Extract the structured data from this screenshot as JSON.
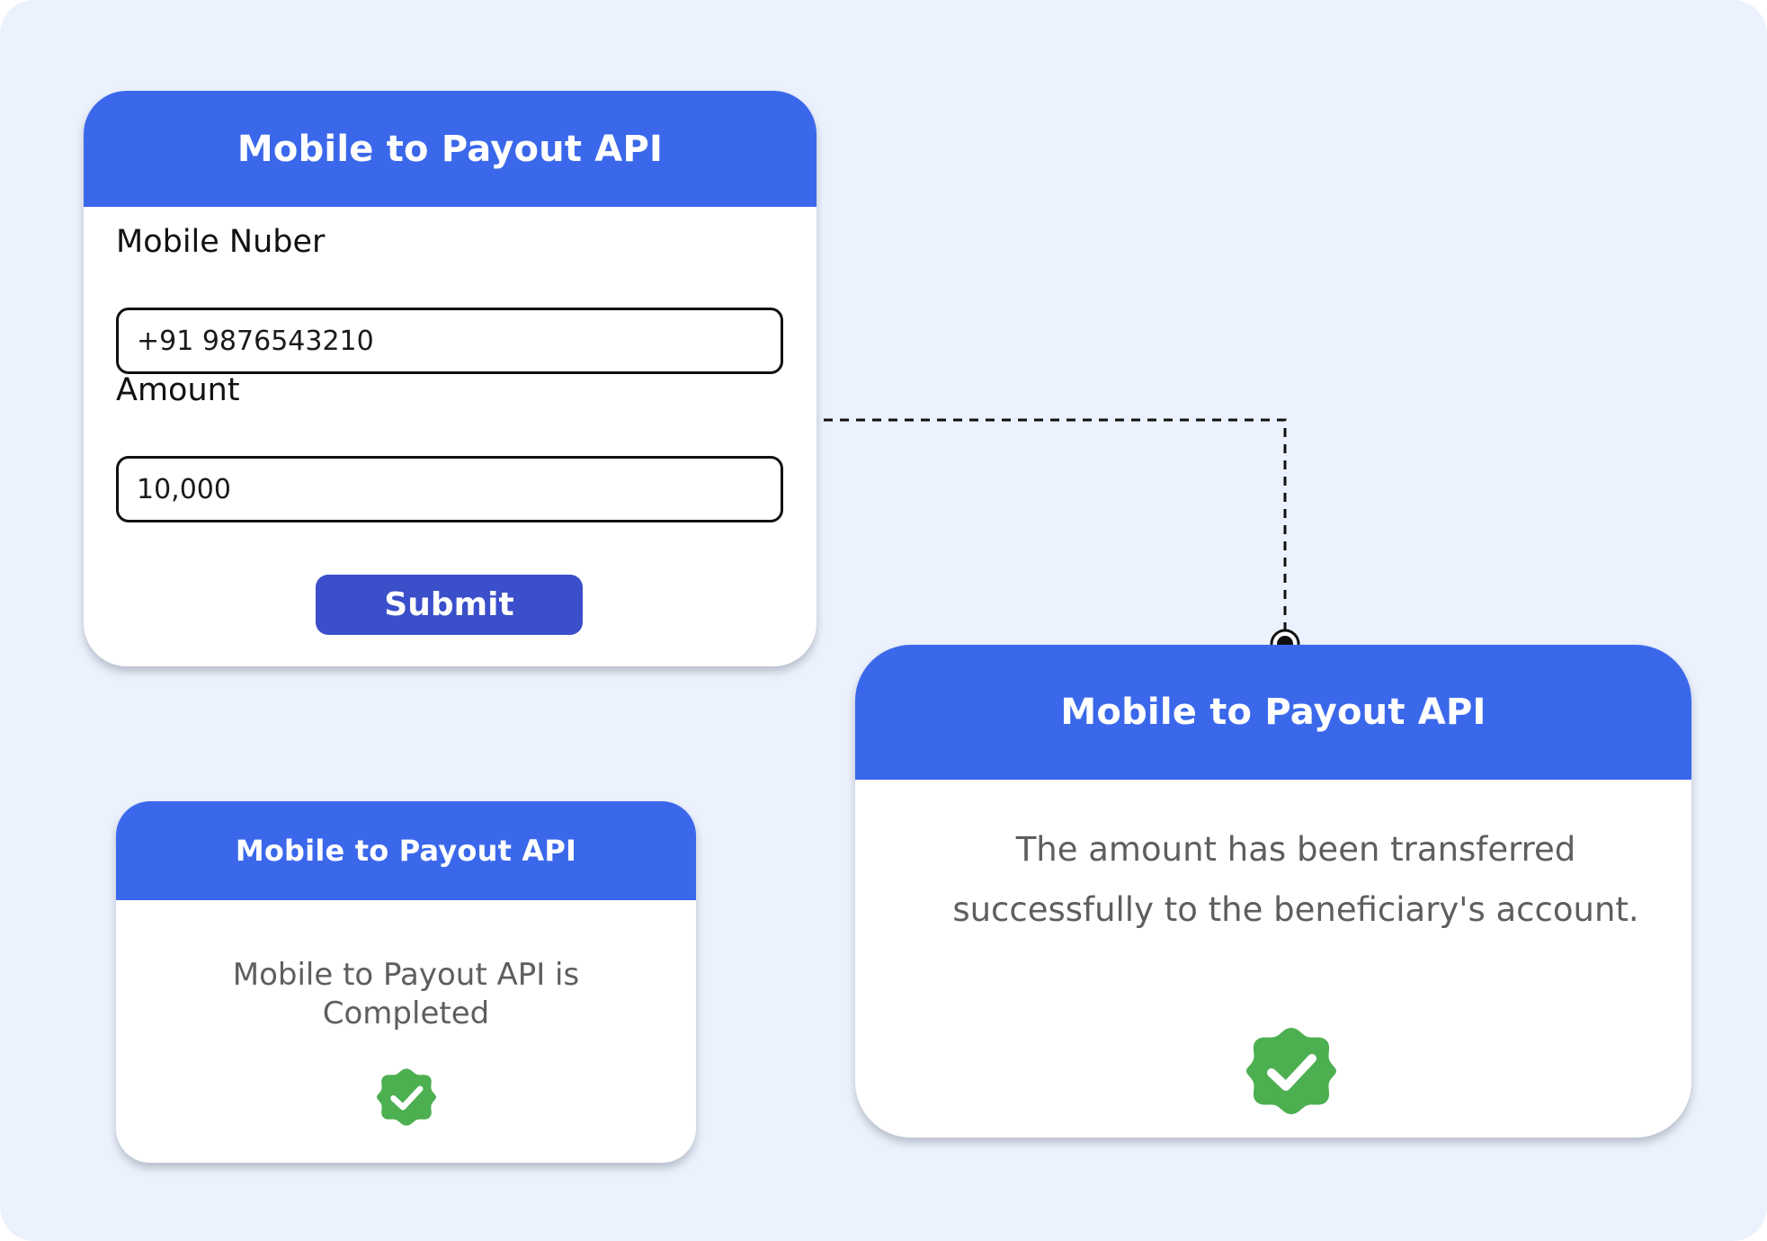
{
  "form_card": {
    "title": "Mobile to Payout API",
    "mobile_label": "Mobile Nuber",
    "mobile_value": "+91 9876543210",
    "amount_label": "Amount",
    "amount_value": "10,000",
    "submit_label": "Submit"
  },
  "result_card": {
    "title": "Mobile to Payout API",
    "message": "The amount has been transferred successfully to the beneficiary's account.",
    "icon": "verified-check-icon"
  },
  "small_card": {
    "title": "Mobile to Payout API",
    "message": "Mobile to Payout API  is Completed",
    "icon": "verified-check-icon"
  },
  "colors": {
    "header_blue": "#3b68eb",
    "button_blue": "#3a4fc9",
    "background": "#ecf2fd",
    "success_green": "#4caf50"
  }
}
